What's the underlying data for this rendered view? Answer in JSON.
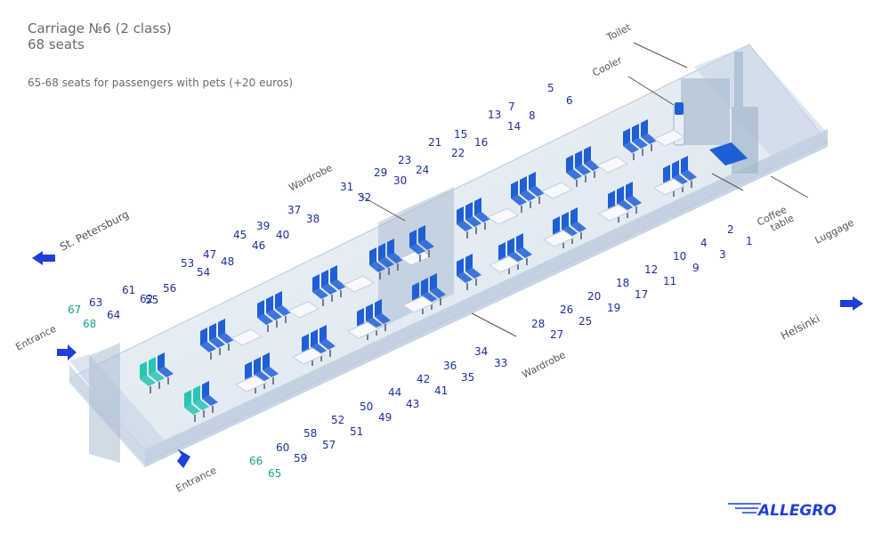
{
  "header": {
    "title_line1": "Carriage №6 (2 class)",
    "title_line2": "68 seats",
    "pet_note": "65-68 seats for passengers with pets (+20 euros)"
  },
  "labels": {
    "toilet": "Toilet",
    "cooler": "Cooler",
    "wardrobe_top": "Wardrobe",
    "wardrobe_bottom": "Wardrobe",
    "coffee_1": "Coffee",
    "coffee_2": "table",
    "luggage": "Luggage",
    "entrance_left": "Entrance",
    "entrance_bottom": "Entrance"
  },
  "directions": {
    "west": "St. Petersburg",
    "east": "Helsinki"
  },
  "brand": {
    "logo": "ALLEGRO"
  },
  "seat_numbers": {
    "top_upper": [
      "67",
      "63",
      "61",
      "53",
      "45",
      "37",
      "29",
      "21",
      "13",
      "5"
    ],
    "top_lower": [
      "68",
      "64",
      "55",
      "47",
      "39",
      "23",
      "15",
      "7"
    ],
    "top_inner1": [
      "62",
      "56",
      "54",
      "48",
      "46",
      "40",
      "38",
      "31",
      "32",
      "30",
      "24",
      "22",
      "16",
      "14",
      "8",
      "6"
    ],
    "bottom_far": [
      "1",
      "3",
      "9",
      "11",
      "17",
      "19",
      "25",
      "27",
      "33",
      "35",
      "41",
      "43",
      "49",
      "51",
      "57",
      "59"
    ],
    "bottom_near": [
      "2",
      "4",
      "10",
      "12",
      "18",
      "20",
      "26",
      "28",
      "34",
      "36",
      "42",
      "44",
      "50",
      "52",
      "58",
      "60"
    ],
    "pets_bottom": [
      "66",
      "65"
    ]
  },
  "colors": {
    "seat_blue": "#1f5fd6",
    "seat_pet": "#26c6b0",
    "number_blue": "#1f2f9c",
    "number_pet": "#17a38c",
    "arrow_blue": "#1e3fd8",
    "hull": "#c8d6e6"
  }
}
